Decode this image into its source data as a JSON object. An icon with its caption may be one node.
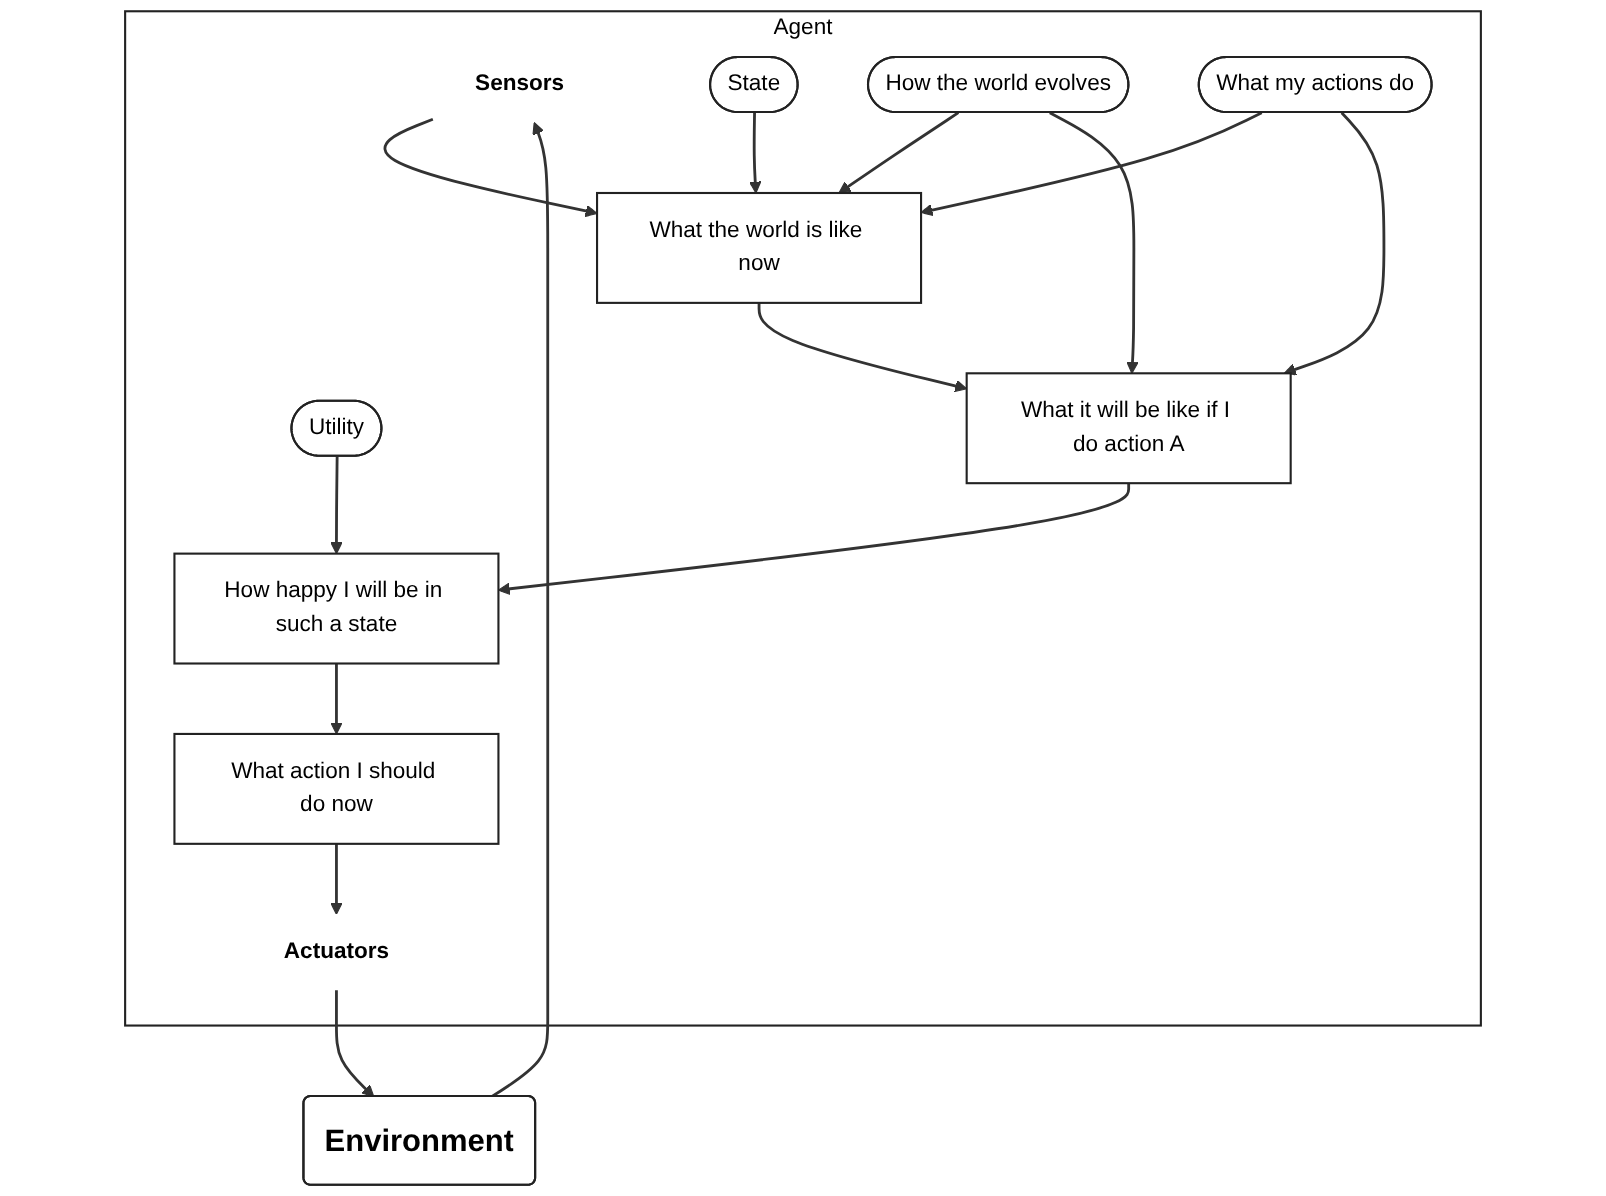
{
  "diagram": {
    "nodes": [
      {
        "text": [
          "Agent"
        ]
      },
      {
        "text": [
          "Environment"
        ]
      },
      {
        "text": [
          "Sensors"
        ],
        "in": 0
      },
      {
        "text": [
          "State"
        ],
        "in": 0
      },
      {
        "text": [
          "How the world evolves"
        ],
        "in": 0
      },
      {
        "text": [
          "What my actions do"
        ],
        "in": 0
      },
      {
        "text": [
          "Utility"
        ],
        "in": 0
      },
      {
        "text": [
          "What the world is like now"
        ],
        "in": 0
      },
      {
        "text": [
          "What it will be like if I do action A"
        ],
        "in": 0
      },
      {
        "text": [
          "How happy I will be in such a state"
        ],
        "in": 0
      },
      {
        "text": [
          "What action I should do now"
        ],
        "in": 0
      },
      {
        "text": [
          "Actuators"
        ],
        "in": 0
      }
    ],
    "edges": [
      {
        "from": 1,
        "to": 2,
        "arrow": "to"
      },
      {
        "from": 2,
        "to": 7,
        "arrow": "to"
      },
      {
        "from": 3,
        "to": 7,
        "arrow": "to"
      },
      {
        "from": 4,
        "to": 7,
        "arrow": "to"
      },
      {
        "from": 4,
        "to": 8,
        "arrow": "to"
      },
      {
        "from": 5,
        "to": 7,
        "arrow": "to"
      },
      {
        "from": 5,
        "to": 8,
        "arrow": "to"
      },
      {
        "from": 7,
        "to": 8,
        "arrow": "to"
      },
      {
        "from": 8,
        "to": 9,
        "arrow": "to"
      },
      {
        "from": 6,
        "to": 9,
        "arrow": "to"
      },
      {
        "from": 9,
        "to": 10,
        "arrow": "to"
      },
      {
        "from": 10,
        "to": 11,
        "arrow": "to"
      },
      {
        "from": 11,
        "to": 1,
        "arrow": "to"
      }
    ]
  }
}
